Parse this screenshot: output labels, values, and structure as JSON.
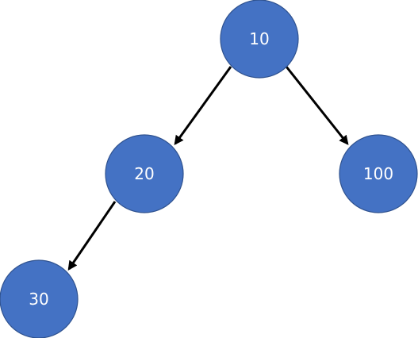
{
  "colors": {
    "node_fill": "#4472c4",
    "node_stroke": "#2f528f",
    "node_text": "#ffffff",
    "edge": "#000000",
    "background": "#ffffff"
  },
  "tree": {
    "nodes": [
      {
        "id": "n10",
        "label": "10"
      },
      {
        "id": "n20",
        "label": "20"
      },
      {
        "id": "n100",
        "label": "100"
      },
      {
        "id": "n30",
        "label": "30"
      }
    ],
    "edges": [
      {
        "from": "n10",
        "to": "n20"
      },
      {
        "from": "n10",
        "to": "n100"
      },
      {
        "from": "n20",
        "to": "n30"
      }
    ]
  }
}
